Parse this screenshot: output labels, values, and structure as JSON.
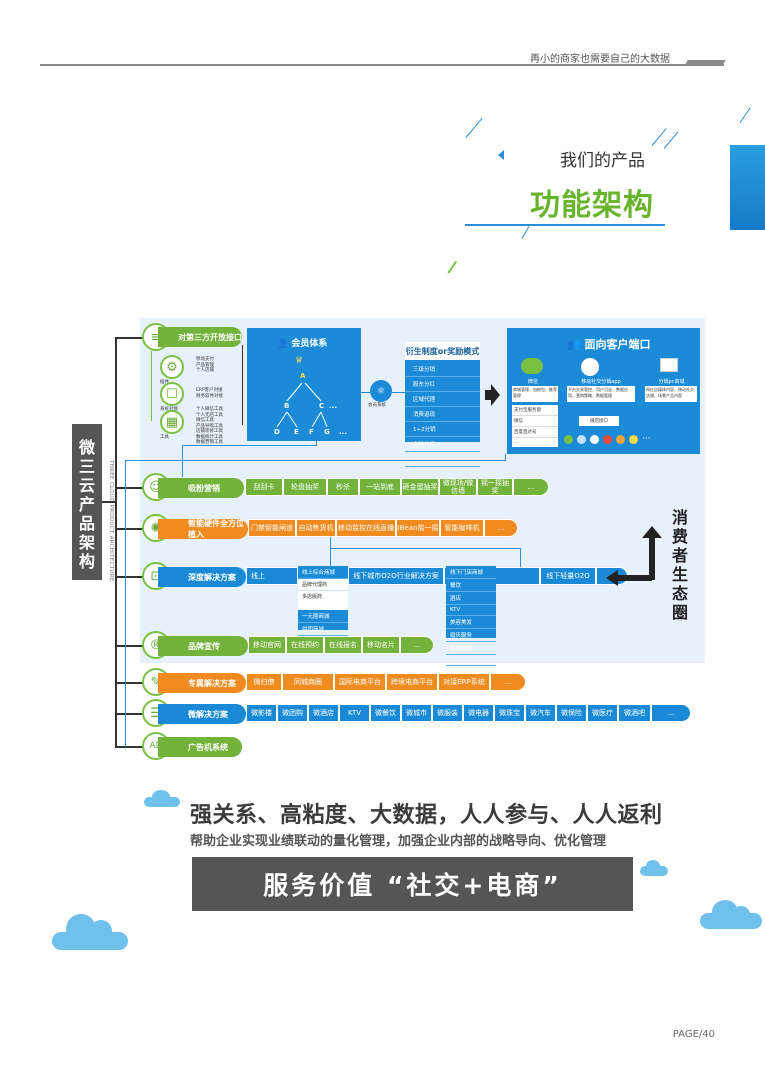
{
  "header": {
    "tagline": "再小的商家也需要自己的大数据"
  },
  "title": {
    "sub": "我们的产品",
    "main": "功能架构"
  },
  "diagram": {
    "root_label": [
      "微",
      "三",
      "云",
      "产",
      "品",
      "架",
      "构"
    ],
    "root_english": "THREE CLOUD PRODUCT ARCHITECTURE",
    "open_interface": "对第三方开放接口",
    "open_items": [
      {
        "icon_label": "插件",
        "lines": [
          "移动支付",
          "产品管理",
          "个人店铺"
        ]
      },
      {
        "icon_label": "系统对接",
        "lines": [
          "ERP客户对接",
          "财务软件对接"
        ]
      },
      {
        "icon_label": "工具",
        "lines": [
          "个人微信工具",
          "个人无店工具",
          "微信工具",
          "产品导购工具",
          "店铺装修工具",
          "数据统计工具",
          "数据营销工具"
        ]
      }
    ],
    "member_system": "会员体系",
    "tree": {
      "vip": "VIP",
      "a": "A",
      "l2": [
        "B",
        "C",
        "..."
      ],
      "l3": [
        "D",
        "E",
        "F",
        "G",
        "..."
      ]
    },
    "system_label": "会员系统",
    "derive": {
      "title": "衍生制度or奖励模式",
      "items": [
        "三级分销",
        "股东分红",
        "区域代理",
        "消费返现",
        "1+2分销",
        "全球分红",
        "..."
      ]
    },
    "customer": {
      "title": "面向客户端口",
      "channels": [
        "微信",
        "移动社交分销app",
        "分销pc商城"
      ],
      "channel_desc": [
        "商城管理、加粉包、推荐管理",
        "平台交易管控、用户沉淀、数据应用、营销策略、数据管理",
        "网红自媒体内容、移动社交店铺、场景产品内容"
      ],
      "services": [
        "支付宝服务窗",
        "微信",
        "百度直达号",
        "..."
      ],
      "mini": "微店接口",
      "more": "···"
    },
    "rows": [
      {
        "label": "吸粉营销",
        "color": "green",
        "items": [
          "刮刮卡",
          "轮盘抽奖",
          "秒杀",
          "一站到底",
          "砸金蛋抽奖",
          "微现场/微信墙",
          "摇一摇抽奖",
          "..."
        ]
      },
      {
        "label": "智能硬件全方位植入",
        "color": "orange",
        "items": [
          "门禁智能闸道",
          "自动售货机",
          "移动监控在线直播",
          "IBean摇一摇",
          "智能咖啡机",
          "..."
        ]
      },
      {
        "label": "深度解决方案",
        "color": "blue",
        "items": [
          "线上",
          "线下城市O2O行业解决方案",
          "线下轻量O2O",
          "..."
        ]
      },
      {
        "label": "品牌宣传",
        "color": "green",
        "items": [
          "移动官网",
          "在线预约",
          "在线报名",
          "移动名片",
          "..."
        ]
      },
      {
        "label": "专属解决方案",
        "color": "orange",
        "items": [
          "微扫僚",
          "同城商圈",
          "国际电商平台",
          "跨境电商平台",
          "对接ERP系统",
          "..."
        ]
      },
      {
        "label": "微解决方案",
        "color": "blue",
        "items": [
          "微影楼",
          "微团购",
          "微酒店",
          "KTV",
          "微餐饮",
          "微城市",
          "微服装",
          "微电器",
          "微珠宝",
          "微汽车",
          "微保险",
          "微医疗",
          "微酒吧",
          "..."
        ]
      },
      {
        "label": "广告机系统",
        "color": "green",
        "items": []
      }
    ],
    "online_sub": {
      "head": "线上综合商城",
      "white": [
        "品牌代理商",
        "多店版商"
      ],
      "items": [
        "一元圈商城",
        "拼团商城",
        "..."
      ]
    },
    "o2o_sub": [
      "线下门店商城",
      "餐饮",
      "酒店",
      "KTV",
      "美容美发",
      "婚庆服务",
      "金融保险",
      "..."
    ],
    "side_label": [
      "消",
      "费",
      "者",
      "生",
      "态",
      "圈"
    ]
  },
  "slogan": {
    "main": "强关系、高粘度、大数据，人人参与、人人返利",
    "sub": "帮助企业实现业绩联动的量化管理，加强企业内部的战略导向、优化管理"
  },
  "value": "服务价值 “社交+电商”",
  "page": "PAGE/40",
  "colors": {
    "green": "#73b23b",
    "orange": "#ef8b1f",
    "blue": "#1a8ad7",
    "dark": "#555555"
  }
}
